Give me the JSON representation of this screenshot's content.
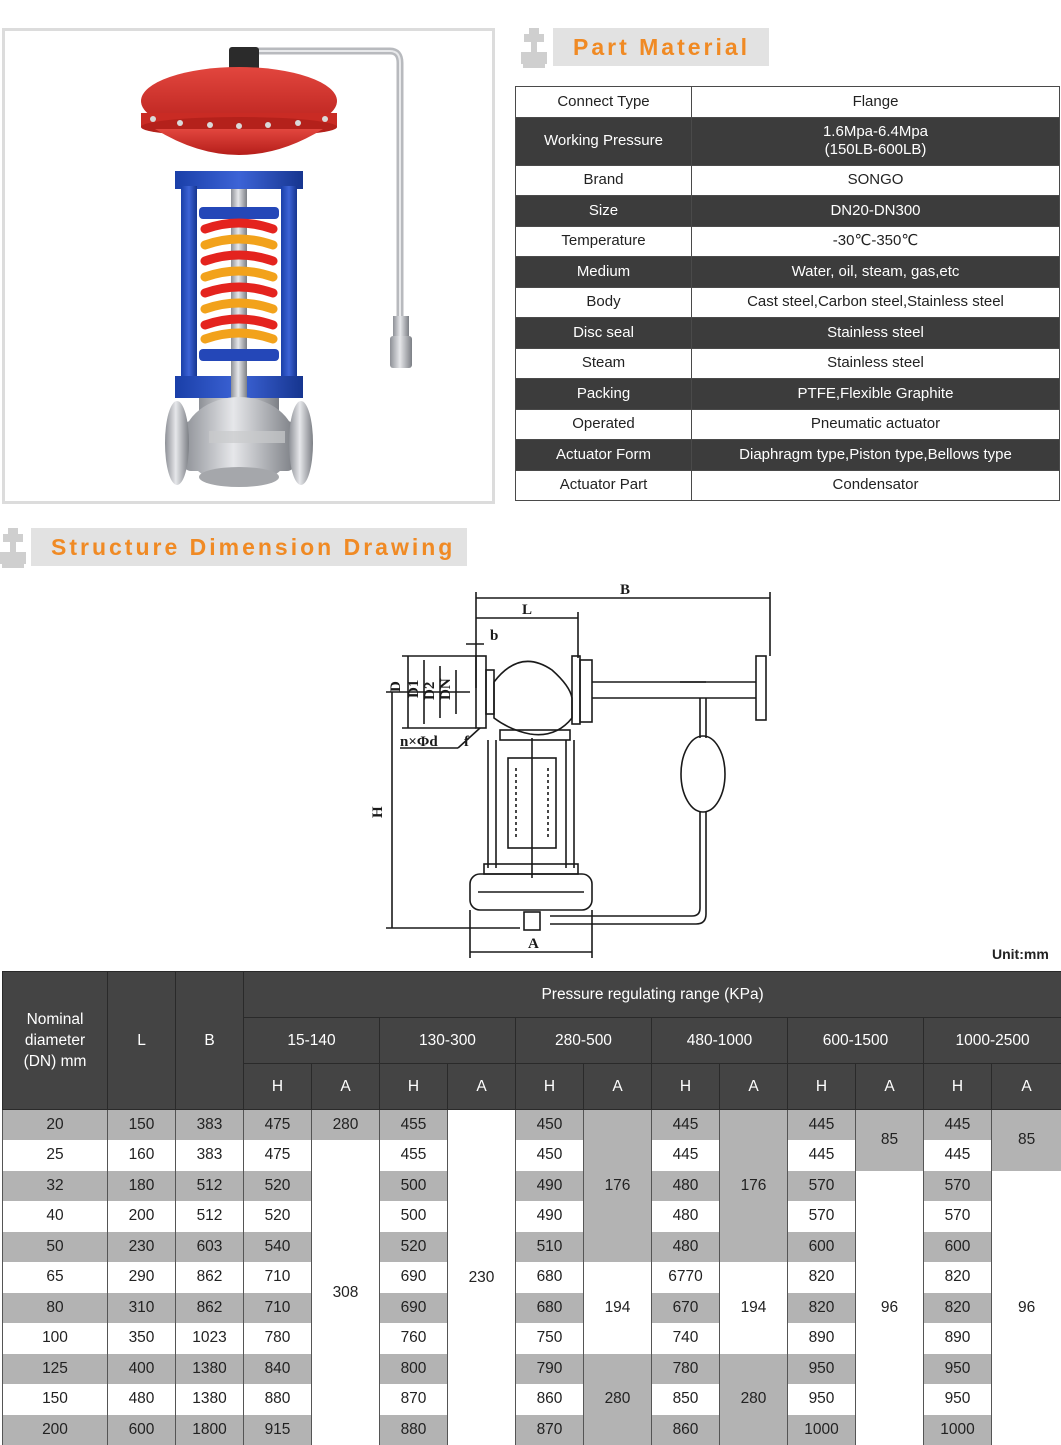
{
  "part_material": {
    "title": "Part Material",
    "rows": [
      {
        "key": "Connect Type",
        "value": "Flange"
      },
      {
        "key": "Working Pressure",
        "value": "1.6Mpa-6.4Mpa",
        "value2": "(150LB-600LB)"
      },
      {
        "key": "Brand",
        "value": "SONGO"
      },
      {
        "key": "Size",
        "value": "DN20-DN300"
      },
      {
        "key": "Temperature",
        "value": "-30℃-350℃"
      },
      {
        "key": "Medium",
        "value": "Water, oil, steam, gas,etc"
      },
      {
        "key": "Body",
        "value": "Cast steel,Carbon steel,Stainless steel"
      },
      {
        "key": "Disc seal",
        "value": "Stainless steel"
      },
      {
        "key": "Steam",
        "value": "Stainless steel"
      },
      {
        "key": "Packing",
        "value": "PTFE,Flexible Graphite"
      },
      {
        "key": "Operated",
        "value": "Pneumatic actuator"
      },
      {
        "key": "Actuator Form",
        "value": "Diaphragm type,Piston type,Bellows type"
      },
      {
        "key": "Actuator Part",
        "value": "Condensator"
      }
    ]
  },
  "structure": {
    "title": "Structure Dimension Drawing",
    "unit": "Unit:mm",
    "labels": {
      "B": "B",
      "L": "L",
      "b": "b",
      "D": "D",
      "D1": "D1",
      "D2": "D2",
      "DN": "DN",
      "nd": "n×Φd",
      "f": "f",
      "H": "H",
      "A": "A"
    }
  },
  "dimension_table": {
    "header": {
      "nominal_line1": "Nominal",
      "nominal_line2": "diameter",
      "nominal_line3": "(DN) mm",
      "L": "L",
      "B": "B",
      "range_title": "Pressure regulating range (KPa)",
      "ranges": [
        "15-140",
        "130-300",
        "280-500",
        "480-1000",
        "600-1500",
        "1000-2500"
      ],
      "H": "H",
      "A": "A"
    },
    "rows": [
      {
        "dn": "20",
        "l": "150",
        "b": "383",
        "h": [
          "475",
          "455",
          "450",
          "445",
          "445",
          "445"
        ]
      },
      {
        "dn": "25",
        "l": "160",
        "b": "383",
        "h": [
          "475",
          "455",
          "450",
          "445",
          "445",
          "445"
        ]
      },
      {
        "dn": "32",
        "l": "180",
        "b": "512",
        "h": [
          "520",
          "500",
          "490",
          "480",
          "570",
          "570"
        ]
      },
      {
        "dn": "40",
        "l": "200",
        "b": "512",
        "h": [
          "520",
          "500",
          "490",
          "480",
          "570",
          "570"
        ]
      },
      {
        "dn": "50",
        "l": "230",
        "b": "603",
        "h": [
          "540",
          "520",
          "510",
          "480",
          "600",
          "600"
        ]
      },
      {
        "dn": "65",
        "l": "290",
        "b": "862",
        "h": [
          "710",
          "690",
          "680",
          "6770",
          "820",
          "820"
        ]
      },
      {
        "dn": "80",
        "l": "310",
        "b": "862",
        "h": [
          "710",
          "690",
          "680",
          "670",
          "820",
          "820"
        ]
      },
      {
        "dn": "100",
        "l": "350",
        "b": "1023",
        "h": [
          "780",
          "760",
          "750",
          "740",
          "890",
          "890"
        ]
      },
      {
        "dn": "125",
        "l": "400",
        "b": "1380",
        "h": [
          "840",
          "800",
          "790",
          "780",
          "950",
          "950"
        ]
      },
      {
        "dn": "150",
        "l": "480",
        "b": "1380",
        "h": [
          "880",
          "870",
          "860",
          "850",
          "950",
          "950"
        ]
      },
      {
        "dn": "200",
        "l": "600",
        "b": "1800",
        "h": [
          "915",
          "880",
          "870",
          "860",
          "1000",
          "1000"
        ]
      }
    ],
    "a_values": {
      "r1_a_top": "280",
      "r1_a_rest": "308",
      "r2_a": "230",
      "r3_a_top": "176",
      "r3_a_mid": "194",
      "r3_a_bot": "280",
      "r4_a_top": "176",
      "r4_a_mid": "194",
      "r4_a_bot": "280",
      "r5_a_top": "85",
      "r5_a_rest": "96",
      "r6_a_top": "85",
      "r6_a_rest": "96"
    }
  }
}
